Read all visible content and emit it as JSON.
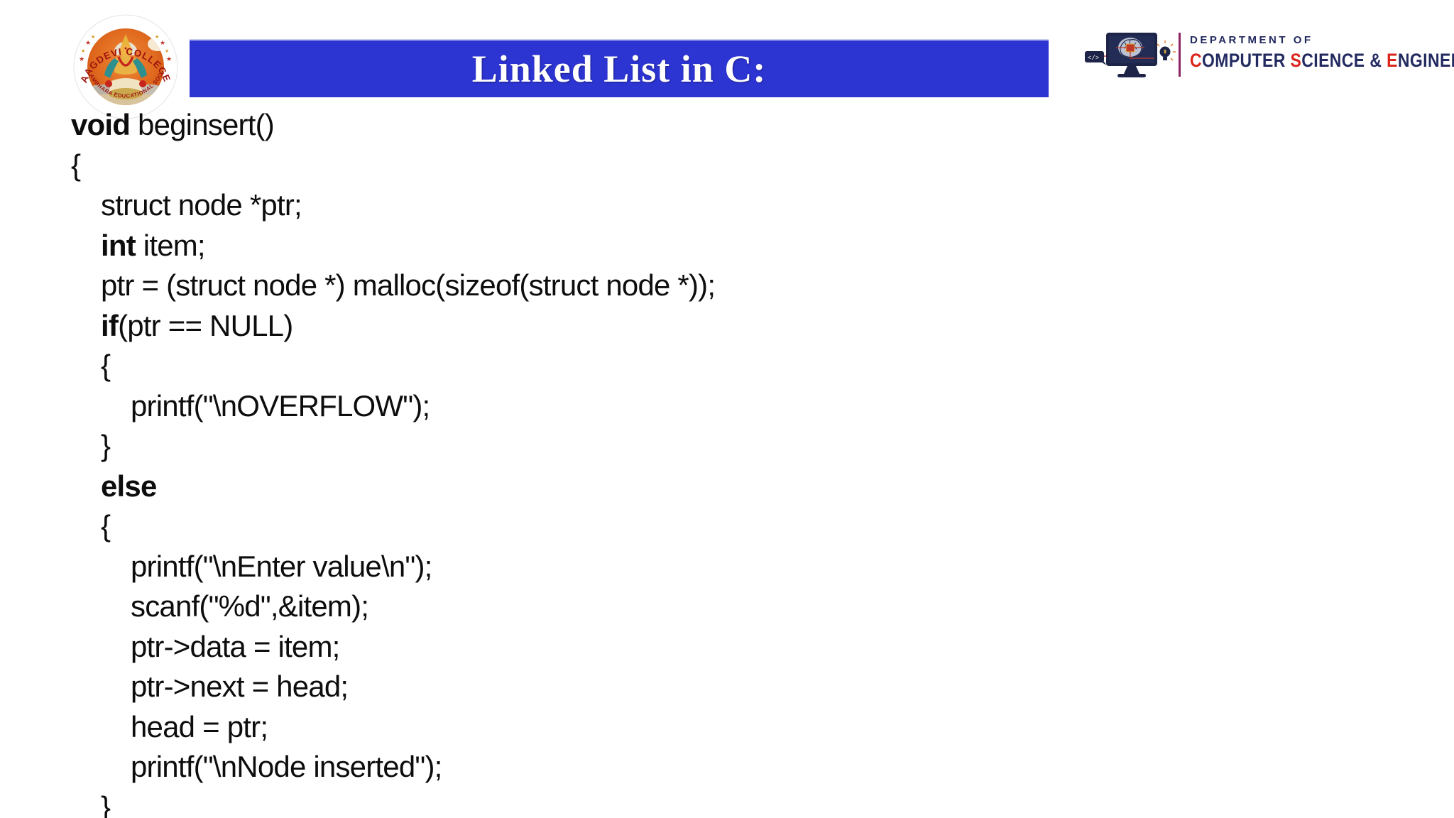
{
  "header": {
    "college_logo": {
      "icon": "vaagdevi-colleges-seal-icon",
      "arc_top": "VAAGDEVI COLLEGES",
      "arc_bottom": "VISWAMBHARA EDUCATIONAL SOCIETY",
      "arc_color": "#9e1410",
      "inner_orange": "#e06a1e"
    },
    "banner": {
      "title": "Linked List in C:",
      "bg_color": "#2c34d2",
      "text_color": "#ffffff"
    },
    "dept_logo": {
      "icon": "computer-brain-bulb-icon",
      "line1": "DEPARTMENT OF",
      "line2_parts": [
        {
          "t": "C",
          "red": true
        },
        {
          "t": "OMPUTER "
        },
        {
          "t": "S",
          "red": true
        },
        {
          "t": "CIENCE & "
        },
        {
          "t": "E",
          "red": true
        },
        {
          "t": "NGINEERING"
        }
      ],
      "navy_color": "#232a60",
      "red_color": "#da251c"
    }
  },
  "code": {
    "text_color": "#0d0d0d",
    "lines": [
      {
        "indent": 0,
        "seg": [
          {
            "t": "void",
            "b": true
          },
          {
            "t": " beginsert()"
          }
        ]
      },
      {
        "indent": 0,
        "seg": [
          {
            "t": "{"
          }
        ]
      },
      {
        "indent": 1,
        "seg": [
          {
            "t": "struct node *ptr;"
          }
        ]
      },
      {
        "indent": 1,
        "seg": [
          {
            "t": "int",
            "b": true
          },
          {
            "t": " item;"
          }
        ]
      },
      {
        "indent": 1,
        "seg": [
          {
            "t": "ptr = (struct node *) malloc(sizeof(struct node *));"
          }
        ]
      },
      {
        "indent": 1,
        "seg": [
          {
            "t": "if",
            "b": true
          },
          {
            "t": "(ptr == NULL)"
          }
        ]
      },
      {
        "indent": 1,
        "seg": [
          {
            "t": "{"
          }
        ]
      },
      {
        "indent": 2,
        "seg": [
          {
            "t": "printf(\"\\nOVERFLOW\");"
          }
        ]
      },
      {
        "indent": 1,
        "seg": [
          {
            "t": "}"
          }
        ]
      },
      {
        "indent": 1,
        "seg": [
          {
            "t": "else",
            "b": true
          }
        ]
      },
      {
        "indent": 1,
        "seg": [
          {
            "t": "{"
          }
        ]
      },
      {
        "indent": 2,
        "seg": [
          {
            "t": "printf(\"\\nEnter value\\n\");"
          }
        ]
      },
      {
        "indent": 2,
        "seg": [
          {
            "t": "scanf(\"%d\",&item);"
          }
        ]
      },
      {
        "indent": 2,
        "seg": [
          {
            "t": "ptr->data = item;"
          }
        ]
      },
      {
        "indent": 2,
        "seg": [
          {
            "t": "ptr->next = head;"
          }
        ]
      },
      {
        "indent": 2,
        "seg": [
          {
            "t": "head = ptr;"
          }
        ]
      },
      {
        "indent": 2,
        "seg": [
          {
            "t": "printf(\"\\nNode inserted\");"
          }
        ]
      },
      {
        "indent": 1,
        "seg": [
          {
            "t": "}"
          }
        ]
      }
    ]
  }
}
